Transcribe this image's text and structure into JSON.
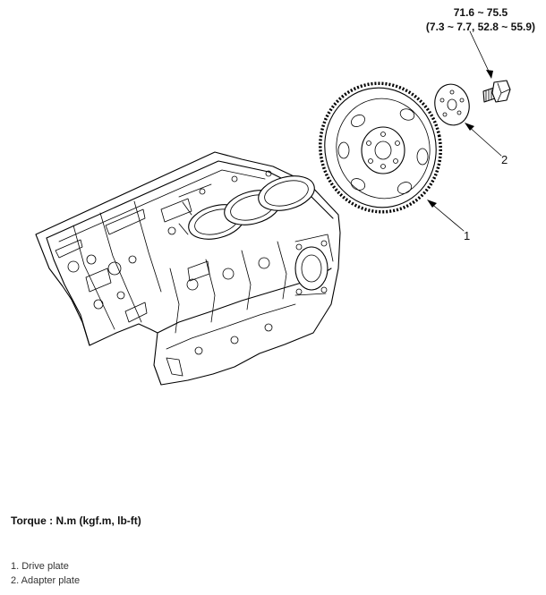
{
  "diagram": {
    "torque_spec": {
      "line1": "71.6 ~ 75.5",
      "line2": "(7.3 ~ 7.7, 52.8 ~ 55.9)"
    },
    "callouts": [
      "1",
      "2"
    ],
    "parts": [
      "engine-block",
      "drive-plate",
      "adapter-plate",
      "bolt"
    ]
  },
  "torque_heading": "Torque : N.m (kgf.m, lb-ft)",
  "legend": [
    "1. Drive plate",
    "2. Adapter plate"
  ]
}
